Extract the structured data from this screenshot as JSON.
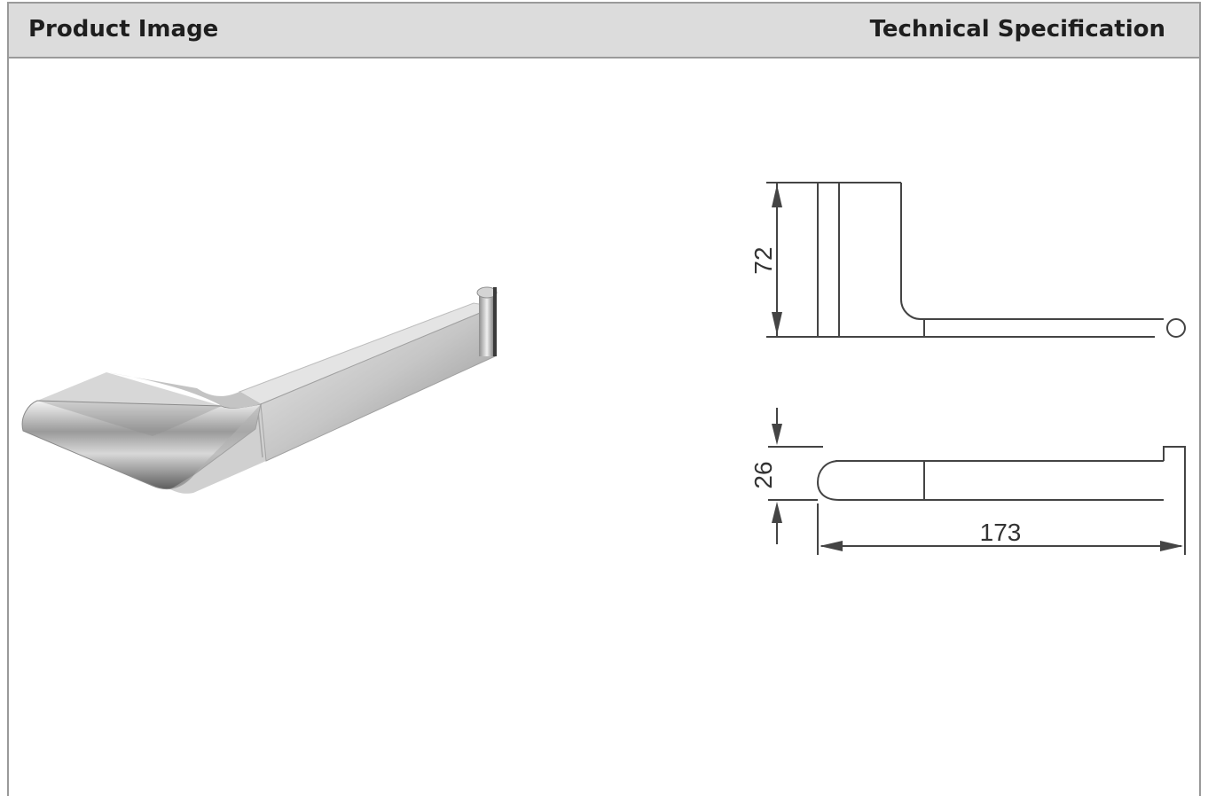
{
  "header": {
    "left_title": "Product Image",
    "right_title": "Technical Specification"
  },
  "product_image": {
    "description_icon": "chrome-toilet-roll-holder"
  },
  "drawing": {
    "height_label": "72",
    "depth_label": "26",
    "length_label": "173"
  }
}
